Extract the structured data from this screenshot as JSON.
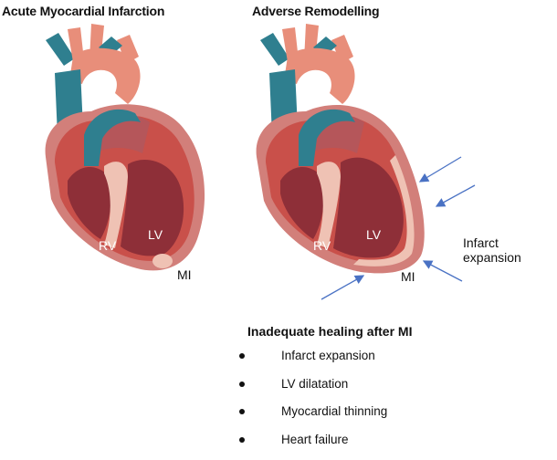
{
  "panels": {
    "left_title": "Acute Myocardial Infarction",
    "right_title": "Adverse Remodelling"
  },
  "heart_labels": {
    "rv": "RV",
    "lv": "LV",
    "mi": "MI"
  },
  "annotation": "Infarct expansion",
  "healing": {
    "heading": "Inadequate healing after MI",
    "items": [
      "Infarct expansion",
      "LV dilatation",
      "Myocardial thinning",
      "Heart failure"
    ]
  },
  "colors": {
    "vessel_teal": "#2f7f8f",
    "aorta_salmon": "#e88e7a",
    "myocardium": "#c9504a",
    "chamber": "#8e2f38",
    "outer_wall": "#d27f7a",
    "septum_pale": "#efc2b4",
    "arrow_blue": "#4a72c4"
  }
}
